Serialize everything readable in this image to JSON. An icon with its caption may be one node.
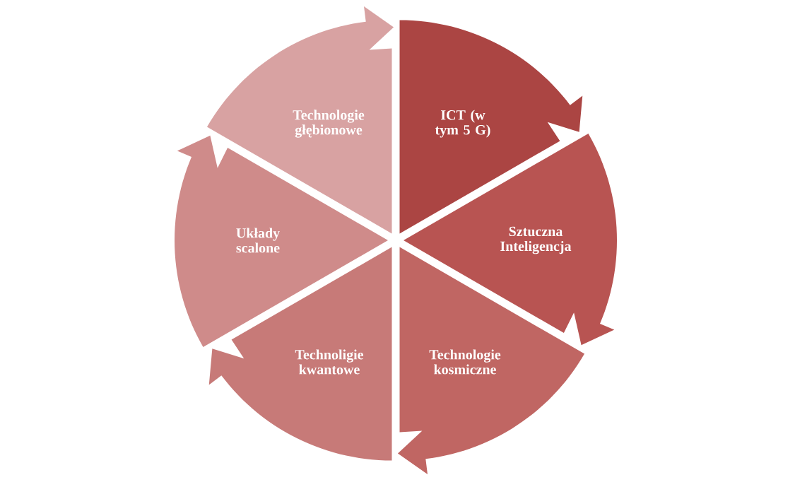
{
  "diagram": {
    "nodes": [
      {
        "text": [
          "ICT (w tym 5 G)"
        ]
      },
      {
        "text": [
          "Sztuczna Inteligencja"
        ]
      },
      {
        "text": [
          "Technologie kosmiczne"
        ]
      },
      {
        "text": [
          "Technoligie kwantowe"
        ]
      },
      {
        "text": [
          "Układy scalone"
        ]
      },
      {
        "text": [
          "Technologie głębionowe"
        ]
      }
    ]
  }
}
